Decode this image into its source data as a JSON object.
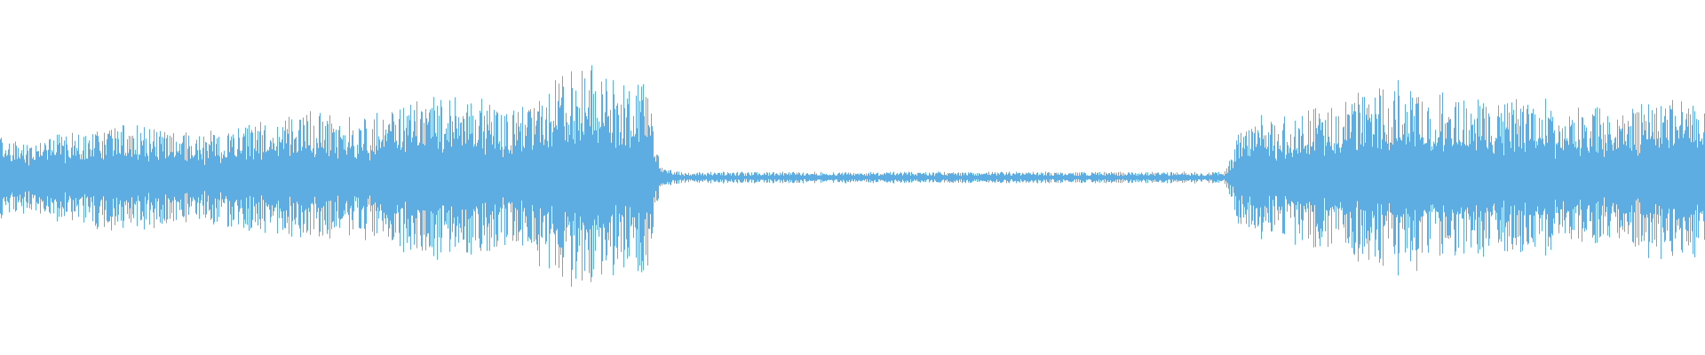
{
  "waveform": {
    "color": "#5dade2",
    "background": "#ffffff",
    "segments": [
      {
        "name": "audio-segment-1",
        "start": 0.0,
        "end": 0.383,
        "level": "loud"
      },
      {
        "name": "silence-segment",
        "start": 0.383,
        "end": 0.722,
        "level": "near-silent"
      },
      {
        "name": "audio-segment-2",
        "start": 0.722,
        "end": 1.0,
        "level": "loud"
      }
    ],
    "amplitude_profile": [
      [
        0.0,
        0.36
      ],
      [
        0.02,
        0.36
      ],
      [
        0.04,
        0.42
      ],
      [
        0.06,
        0.46
      ],
      [
        0.08,
        0.48
      ],
      [
        0.1,
        0.44
      ],
      [
        0.12,
        0.4
      ],
      [
        0.14,
        0.46
      ],
      [
        0.16,
        0.55
      ],
      [
        0.18,
        0.58
      ],
      [
        0.2,
        0.52
      ],
      [
        0.22,
        0.55
      ],
      [
        0.24,
        0.66
      ],
      [
        0.26,
        0.7
      ],
      [
        0.28,
        0.68
      ],
      [
        0.3,
        0.62
      ],
      [
        0.31,
        0.7
      ],
      [
        0.32,
        0.82
      ],
      [
        0.33,
        0.94
      ],
      [
        0.34,
        0.98
      ],
      [
        0.35,
        0.96
      ],
      [
        0.36,
        0.86
      ],
      [
        0.37,
        0.78
      ],
      [
        0.378,
        1.0
      ],
      [
        0.382,
        0.6
      ],
      [
        0.386,
        0.2
      ],
      [
        0.39,
        0.06
      ],
      [
        0.4,
        0.03
      ],
      [
        0.5,
        0.03
      ],
      [
        0.6,
        0.03
      ],
      [
        0.7,
        0.03
      ],
      [
        0.718,
        0.03
      ],
      [
        0.722,
        0.22
      ],
      [
        0.726,
        0.42
      ],
      [
        0.74,
        0.52
      ],
      [
        0.76,
        0.56
      ],
      [
        0.78,
        0.62
      ],
      [
        0.8,
        0.78
      ],
      [
        0.82,
        0.84
      ],
      [
        0.84,
        0.76
      ],
      [
        0.86,
        0.72
      ],
      [
        0.88,
        0.7
      ],
      [
        0.9,
        0.66
      ],
      [
        0.92,
        0.62
      ],
      [
        0.94,
        0.6
      ],
      [
        0.96,
        0.66
      ],
      [
        0.98,
        0.72
      ],
      [
        1.0,
        0.74
      ]
    ]
  }
}
